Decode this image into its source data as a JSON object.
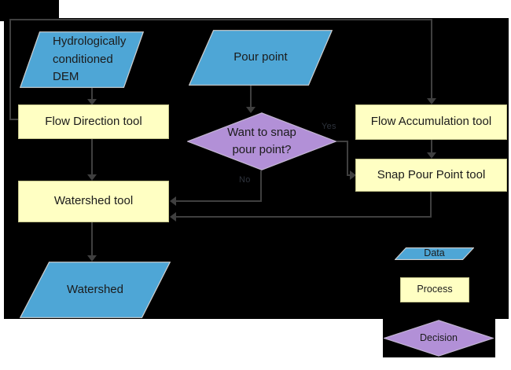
{
  "nodes": {
    "dem": {
      "label": "Hydrologically\nconditioned\nDEM",
      "type": "data"
    },
    "pour_point": {
      "label": "Pour point",
      "type": "data"
    },
    "flow_direction": {
      "label": "Flow Direction tool",
      "type": "process"
    },
    "flow_accumulation": {
      "label": "Flow Accumulation tool",
      "type": "process"
    },
    "snap_decision": {
      "label": "Want to snap\npour point?",
      "type": "decision"
    },
    "snap_pour_point": {
      "label": "Snap Pour Point tool",
      "type": "process"
    },
    "watershed_tool": {
      "label": "Watershed tool",
      "type": "process"
    },
    "watershed_output": {
      "label": "Watershed",
      "type": "data"
    }
  },
  "edge_labels": {
    "yes": "Yes",
    "no": "No"
  },
  "legend": {
    "data": {
      "label": "Data"
    },
    "process": {
      "label": "Process"
    },
    "decision": {
      "label": "Decision"
    }
  },
  "colors": {
    "data_fill": "#4ea6d6",
    "process_fill": "#ffffc3",
    "decision_fill": "#b290d7",
    "connector": "#3f3f3f",
    "canvas_background": "#000000",
    "page_background": "#ffffff"
  }
}
